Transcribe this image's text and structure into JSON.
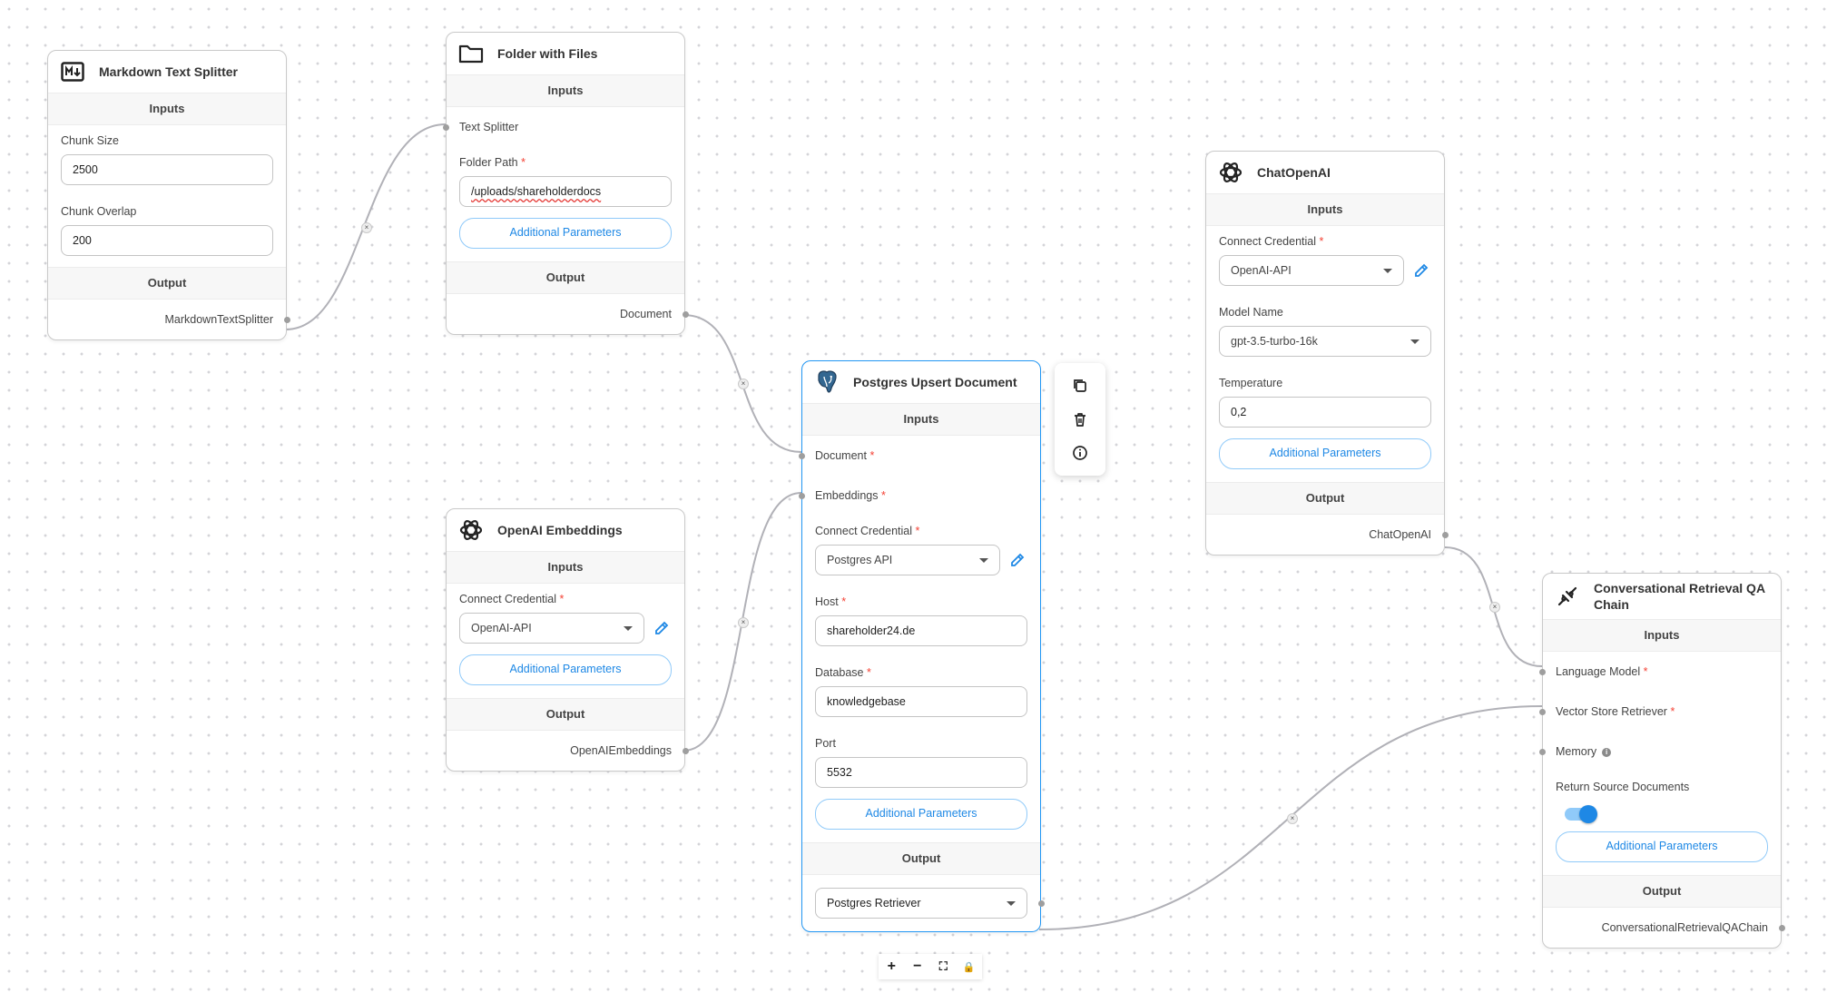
{
  "nodes": {
    "markdown_splitter": {
      "title": "Markdown Text Splitter",
      "inputs_label": "Inputs",
      "chunk_size_label": "Chunk Size",
      "chunk_size_value": "2500",
      "chunk_overlap_label": "Chunk Overlap",
      "chunk_overlap_value": "200",
      "output_label": "Output",
      "output_name": "MarkdownTextSplitter"
    },
    "folder_files": {
      "title": "Folder with Files",
      "inputs_label": "Inputs",
      "text_splitter_label": "Text Splitter",
      "folder_path_label": "Folder Path",
      "folder_path_value": "/uploads/shareholderdocs",
      "additional_params": "Additional Parameters",
      "output_label": "Output",
      "output_name": "Document"
    },
    "openai_embeddings": {
      "title": "OpenAI Embeddings",
      "inputs_label": "Inputs",
      "credential_label": "Connect Credential",
      "credential_value": "OpenAI-API",
      "additional_params": "Additional Parameters",
      "output_label": "Output",
      "output_name": "OpenAIEmbeddings"
    },
    "postgres_upsert": {
      "title": "Postgres Upsert Document",
      "inputs_label": "Inputs",
      "document_label": "Document",
      "embeddings_label": "Embeddings",
      "credential_label": "Connect Credential",
      "credential_value": "Postgres API",
      "host_label": "Host",
      "host_value": "shareholder24.de",
      "database_label": "Database",
      "database_value": "knowledgebase",
      "port_label": "Port",
      "port_value": "5532",
      "additional_params": "Additional Parameters",
      "output_label": "Output",
      "output_value": "Postgres Retriever"
    },
    "chat_openai": {
      "title": "ChatOpenAI",
      "inputs_label": "Inputs",
      "credential_label": "Connect Credential",
      "credential_value": "OpenAI-API",
      "model_label": "Model Name",
      "model_value": "gpt-3.5-turbo-16k",
      "temperature_label": "Temperature",
      "temperature_value": "0,2",
      "additional_params": "Additional Parameters",
      "output_label": "Output",
      "output_name": "ChatOpenAI"
    },
    "conv_qa_chain": {
      "title": "Conversational Retrieval QA Chain",
      "inputs_label": "Inputs",
      "language_model_label": "Language Model",
      "vector_store_label": "Vector Store Retriever",
      "memory_label": "Memory",
      "return_source_label": "Return Source Documents",
      "return_source_enabled": true,
      "additional_params": "Additional Parameters",
      "output_label": "Output",
      "output_name": "ConversationalRetrievalQAChain"
    }
  },
  "required_marker": "*",
  "edge_delete_glyph": "×",
  "node_tools": [
    "copy-icon",
    "trash-icon",
    "info-icon"
  ],
  "flow_controls": [
    {
      "name": "zoom-in",
      "glyph": "+"
    },
    {
      "name": "zoom-out",
      "glyph": "−"
    },
    {
      "name": "fit-view",
      "glyph": "⛶"
    },
    {
      "name": "lock",
      "glyph": "🔒"
    }
  ],
  "colors": {
    "accent": "#2196f3",
    "required": "#f44336",
    "edge": "#b1b1b7"
  }
}
